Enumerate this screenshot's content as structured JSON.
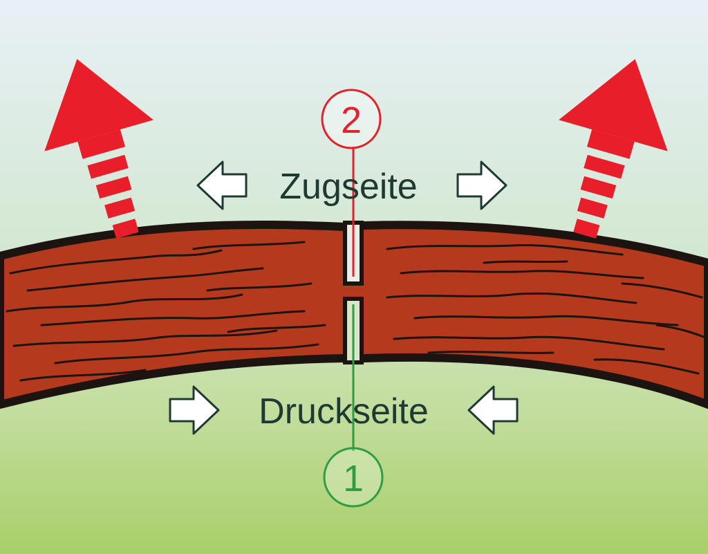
{
  "labels": {
    "tension_side": "Zugseite",
    "compression_side": "Druckseite"
  },
  "markers": {
    "top": "2",
    "bottom": "1"
  },
  "colors": {
    "sky_top": "#e8f0f6",
    "meadow_bottom": "#a8cf6a",
    "wood": "#b5391c",
    "wood_outline": "#1c1410",
    "arrow_red": "#e81e2a",
    "marker_red": "#e2232a",
    "marker_green": "#2f9d44",
    "text": "#1f3a33"
  }
}
